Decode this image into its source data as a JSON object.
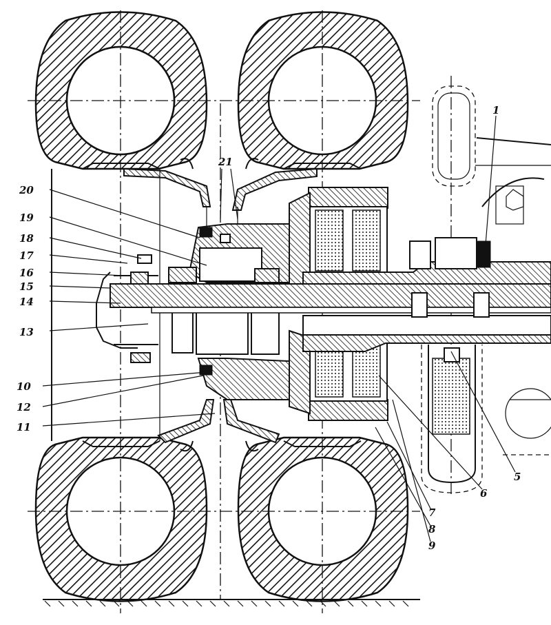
{
  "callouts": [
    {
      "num": "1"
    },
    {
      "num": "5"
    },
    {
      "num": "6"
    },
    {
      "num": "7"
    },
    {
      "num": "8"
    },
    {
      "num": "9"
    },
    {
      "num": "10"
    },
    {
      "num": "11"
    },
    {
      "num": "12"
    },
    {
      "num": "13"
    },
    {
      "num": "14"
    },
    {
      "num": "15"
    },
    {
      "num": "16"
    },
    {
      "num": "17"
    },
    {
      "num": "18"
    },
    {
      "num": "19"
    },
    {
      "num": "20"
    },
    {
      "num": "21"
    }
  ]
}
